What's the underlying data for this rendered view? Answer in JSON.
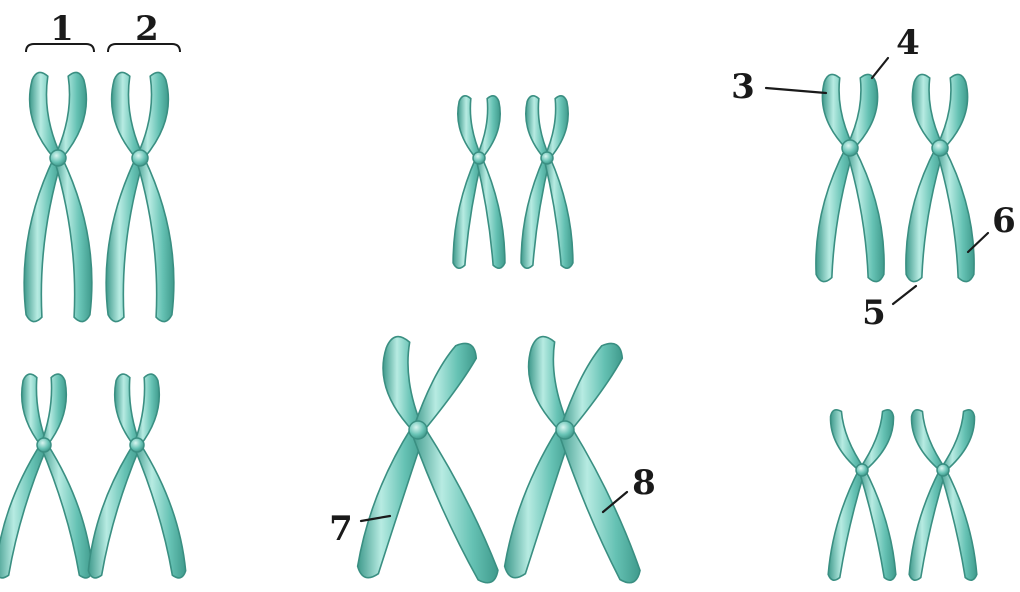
{
  "colors": {
    "chromatid_fill": "#66c2b4",
    "chromatid_highlight": "#b7ebe2",
    "chromatid_outline": "#3a8f82",
    "label_color": "#1a1a1a"
  },
  "labels": {
    "l1": "1",
    "l2": "2",
    "l3": "3",
    "l4": "4",
    "l5": "5",
    "l6": "6",
    "l7": "7",
    "l8": "8"
  }
}
